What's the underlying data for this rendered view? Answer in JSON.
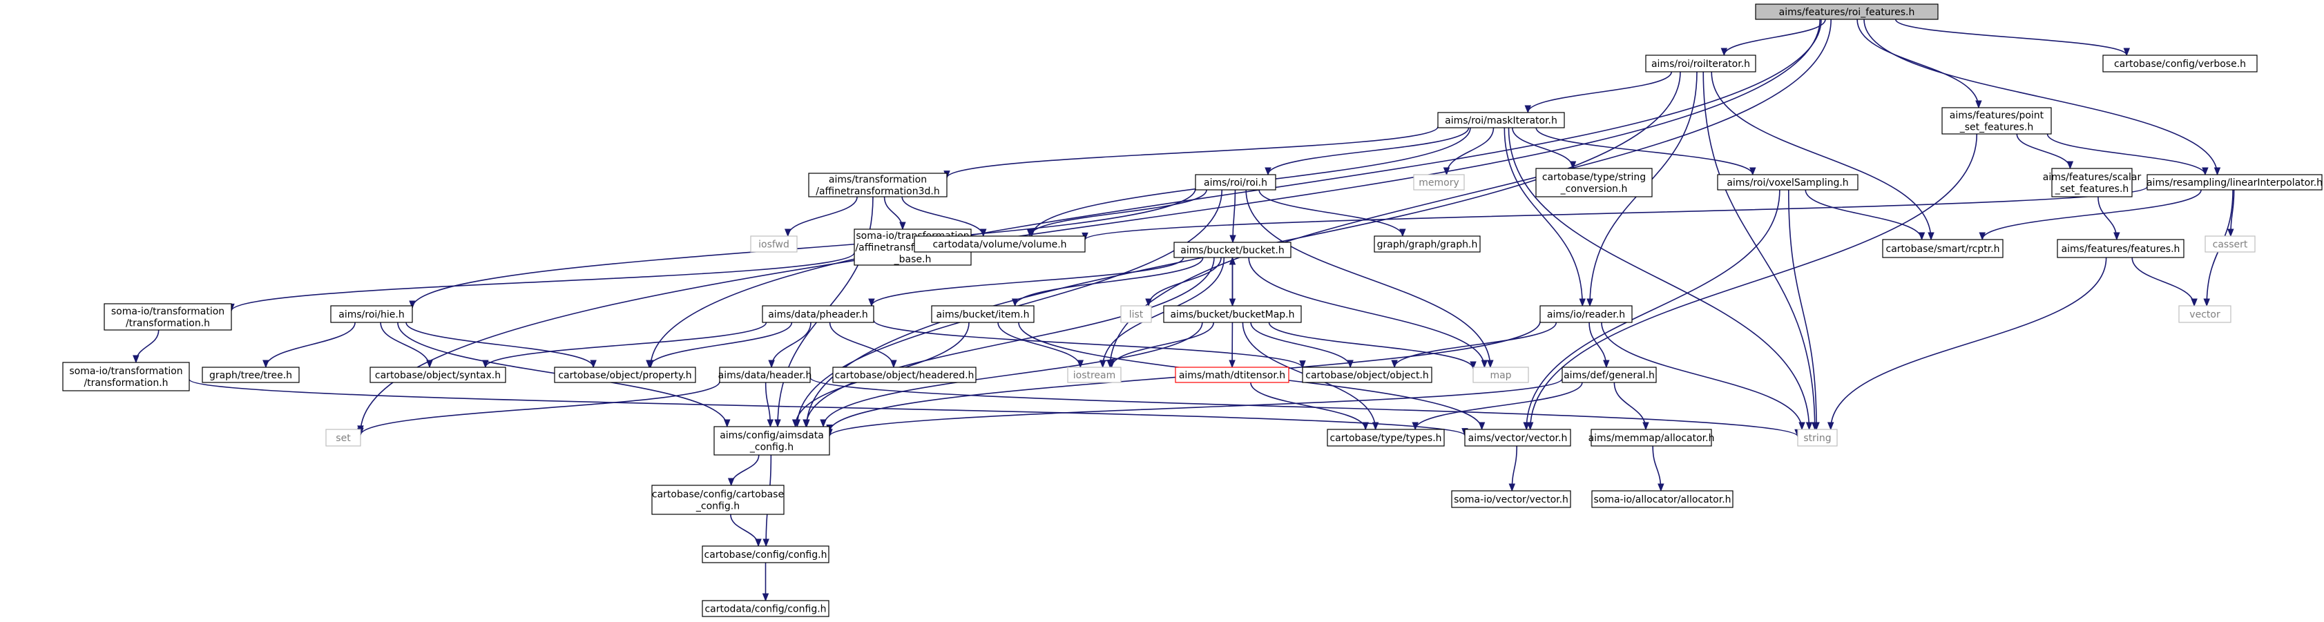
{
  "colors": {
    "edge": "#191970",
    "node_border": "#000000",
    "node_border_external": "#bfbfbf",
    "node_border_missing": "#ff0000",
    "root_fill": "#bfbfbf",
    "text_external": "#7f7f7f"
  },
  "nodes": [
    {
      "id": "root",
      "lines": [
        "aims/features/roi_features.h"
      ],
      "kind": "root"
    },
    {
      "id": "roiIterator",
      "lines": [
        "aims/roi/roiIterator.h"
      ],
      "kind": "normal"
    },
    {
      "id": "verbose",
      "lines": [
        "cartobase/config/verbose.h"
      ],
      "kind": "normal"
    },
    {
      "id": "pointSet",
      "lines": [
        "aims/features/point",
        "_set_features.h"
      ],
      "kind": "normal"
    },
    {
      "id": "maskIterator",
      "lines": [
        "aims/roi/maskIterator.h"
      ],
      "kind": "normal"
    },
    {
      "id": "affine3d",
      "lines": [
        "aims/transformation",
        "/affinetransformation3d.h"
      ],
      "kind": "normal"
    },
    {
      "id": "memory",
      "lines": [
        "memory"
      ],
      "kind": "external"
    },
    {
      "id": "stringConv",
      "lines": [
        "cartobase/type/string",
        "_conversion.h"
      ],
      "kind": "normal"
    },
    {
      "id": "voxelSampling",
      "lines": [
        "aims/roi/voxelSampling.h"
      ],
      "kind": "normal"
    },
    {
      "id": "scalarSet",
      "lines": [
        "aims/features/scalar",
        "_set_features.h"
      ],
      "kind": "normal"
    },
    {
      "id": "linearInterp",
      "lines": [
        "aims/resampling/linearInterpolator.h"
      ],
      "kind": "normal"
    },
    {
      "id": "roiH",
      "lines": [
        "aims/roi/roi.h"
      ],
      "kind": "normal"
    },
    {
      "id": "iosfwd",
      "lines": [
        "iosfwd"
      ],
      "kind": "external"
    },
    {
      "id": "somaAffine",
      "lines": [
        "soma-io/transformation",
        "/affinetransformation3d",
        "_base.h"
      ],
      "kind": "normal"
    },
    {
      "id": "volumeH",
      "lines": [
        "cartodata/volume/volume.h"
      ],
      "kind": "normal"
    },
    {
      "id": "graphH",
      "lines": [
        "graph/graph/graph.h"
      ],
      "kind": "normal"
    },
    {
      "id": "rcptr",
      "lines": [
        "cartobase/smart/rcptr.h"
      ],
      "kind": "normal"
    },
    {
      "id": "featuresH",
      "lines": [
        "aims/features/features.h"
      ],
      "kind": "normal"
    },
    {
      "id": "cassert",
      "lines": [
        "cassert"
      ],
      "kind": "external"
    },
    {
      "id": "bucketH",
      "lines": [
        "aims/bucket/bucket.h"
      ],
      "kind": "normal"
    },
    {
      "id": "somaTrans1",
      "lines": [
        "soma-io/transformation",
        "/transformation.h"
      ],
      "kind": "normal"
    },
    {
      "id": "hieH",
      "lines": [
        "aims/roi/hie.h"
      ],
      "kind": "normal"
    },
    {
      "id": "pheader",
      "lines": [
        "aims/data/pheader.h"
      ],
      "kind": "normal"
    },
    {
      "id": "itemH",
      "lines": [
        "aims/bucket/item.h"
      ],
      "kind": "normal"
    },
    {
      "id": "listN",
      "lines": [
        "list"
      ],
      "kind": "external"
    },
    {
      "id": "bucketMap",
      "lines": [
        "aims/bucket/bucketMap.h"
      ],
      "kind": "normal"
    },
    {
      "id": "readerH",
      "lines": [
        "aims/io/reader.h"
      ],
      "kind": "normal"
    },
    {
      "id": "vectorStd",
      "lines": [
        "vector"
      ],
      "kind": "external"
    },
    {
      "id": "somaTrans2",
      "lines": [
        "soma-io/transformation",
        "/transformation.h"
      ],
      "kind": "normal"
    },
    {
      "id": "treeH",
      "lines": [
        "graph/tree/tree.h"
      ],
      "kind": "normal"
    },
    {
      "id": "syntaxH",
      "lines": [
        "cartobase/object/syntax.h"
      ],
      "kind": "normal"
    },
    {
      "id": "propertyH",
      "lines": [
        "cartobase/object/property.h"
      ],
      "kind": "normal"
    },
    {
      "id": "headeredH",
      "lines": [
        "cartobase/object/headered.h"
      ],
      "kind": "normal"
    },
    {
      "id": "headerH",
      "lines": [
        "aims/data/header.h"
      ],
      "kind": "normal"
    },
    {
      "id": "iostream",
      "lines": [
        "iostream"
      ],
      "kind": "external"
    },
    {
      "id": "dtitensor",
      "lines": [
        "aims/math/dtitensor.h"
      ],
      "kind": "missing"
    },
    {
      "id": "objectH",
      "lines": [
        "cartobase/object/object.h"
      ],
      "kind": "normal"
    },
    {
      "id": "mapN",
      "lines": [
        "map"
      ],
      "kind": "external"
    },
    {
      "id": "generalH",
      "lines": [
        "aims/def/general.h"
      ],
      "kind": "normal"
    },
    {
      "id": "setN",
      "lines": [
        "set"
      ],
      "kind": "external"
    },
    {
      "id": "aimsdataConfig",
      "lines": [
        "aims/config/aimsdata",
        "_config.h"
      ],
      "kind": "normal"
    },
    {
      "id": "typesH",
      "lines": [
        "cartobase/type/types.h"
      ],
      "kind": "normal"
    },
    {
      "id": "aimsVector",
      "lines": [
        "aims/vector/vector.h"
      ],
      "kind": "normal"
    },
    {
      "id": "allocatorH",
      "lines": [
        "aims/memmap/allocator.h"
      ],
      "kind": "normal"
    },
    {
      "id": "stringN",
      "lines": [
        "string"
      ],
      "kind": "external"
    },
    {
      "id": "cartobaseConfig",
      "lines": [
        "cartobase/config/cartobase",
        "_config.h"
      ],
      "kind": "normal"
    },
    {
      "id": "somaVector",
      "lines": [
        "soma-io/vector/vector.h"
      ],
      "kind": "normal"
    },
    {
      "id": "somaAllocator",
      "lines": [
        "soma-io/allocator/allocator.h"
      ],
      "kind": "normal"
    },
    {
      "id": "configH",
      "lines": [
        "cartobase/config/config.h"
      ],
      "kind": "normal"
    },
    {
      "id": "cartodataConfig",
      "lines": [
        "cartodata/config/config.h"
      ],
      "kind": "normal"
    }
  ],
  "edges": [
    [
      "root",
      "roiIterator"
    ],
    [
      "root",
      "verbose"
    ],
    [
      "root",
      "pointSet"
    ],
    [
      "root",
      "linearInterp"
    ],
    [
      "root",
      "propertyH"
    ],
    [
      "root",
      "iostream"
    ],
    [
      "root",
      "setN"
    ],
    [
      "roiIterator",
      "maskIterator"
    ],
    [
      "roiIterator",
      "readerH"
    ],
    [
      "roiIterator",
      "rcptr"
    ],
    [
      "roiIterator",
      "stringN"
    ],
    [
      "roiIterator",
      "aimsdataConfig"
    ],
    [
      "maskIterator",
      "affine3d"
    ],
    [
      "maskIterator",
      "memory"
    ],
    [
      "maskIterator",
      "stringConv"
    ],
    [
      "maskIterator",
      "voxelSampling"
    ],
    [
      "maskIterator",
      "roiH"
    ],
    [
      "maskIterator",
      "volumeH"
    ],
    [
      "maskIterator",
      "readerH"
    ],
    [
      "maskIterator",
      "stringN"
    ],
    [
      "affine3d",
      "iosfwd"
    ],
    [
      "affine3d",
      "somaAffine"
    ],
    [
      "affine3d",
      "volumeH"
    ],
    [
      "affine3d",
      "aimsdataConfig"
    ],
    [
      "somaAffine",
      "somaTrans1"
    ],
    [
      "somaTrans1",
      "somaTrans2"
    ],
    [
      "somaTrans2",
      "aimsVector"
    ],
    [
      "voxelSampling",
      "rcptr"
    ],
    [
      "voxelSampling",
      "aimsVector"
    ],
    [
      "voxelSampling",
      "stringN"
    ],
    [
      "pointSet",
      "scalarSet"
    ],
    [
      "pointSet",
      "linearInterp"
    ],
    [
      "pointSet",
      "aimsVector"
    ],
    [
      "scalarSet",
      "featuresH"
    ],
    [
      "featuresH",
      "vectorStd"
    ],
    [
      "featuresH",
      "stringN"
    ],
    [
      "linearInterp",
      "volumeH"
    ],
    [
      "linearInterp",
      "rcptr"
    ],
    [
      "linearInterp",
      "cassert"
    ],
    [
      "linearInterp",
      "vectorStd"
    ],
    [
      "roiH",
      "volumeH"
    ],
    [
      "roiH",
      "graphH"
    ],
    [
      "roiH",
      "bucketH"
    ],
    [
      "roiH",
      "hieH"
    ],
    [
      "roiH",
      "mapN"
    ],
    [
      "roiH",
      "aimsdataConfig"
    ],
    [
      "bucketH",
      "bucketMap"
    ],
    [
      "bucketH",
      "pheader"
    ],
    [
      "bucketH",
      "itemH"
    ],
    [
      "bucketH",
      "listN"
    ],
    [
      "bucketH",
      "iostream"
    ],
    [
      "bucketH",
      "mapN"
    ],
    [
      "bucketH",
      "aimsdataConfig"
    ],
    [
      "bucketMap",
      "bucketH"
    ],
    [
      "bucketMap",
      "iostream"
    ],
    [
      "bucketMap",
      "dtitensor"
    ],
    [
      "bucketMap",
      "objectH"
    ],
    [
      "bucketMap",
      "mapN"
    ],
    [
      "bucketMap",
      "typesH"
    ],
    [
      "bucketMap",
      "aimsdataConfig"
    ],
    [
      "hieH",
      "treeH"
    ],
    [
      "hieH",
      "syntaxH"
    ],
    [
      "hieH",
      "propertyH"
    ],
    [
      "hieH",
      "aimsdataConfig"
    ],
    [
      "pheader",
      "syntaxH"
    ],
    [
      "pheader",
      "propertyH"
    ],
    [
      "pheader",
      "headeredH"
    ],
    [
      "pheader",
      "headerH"
    ],
    [
      "pheader",
      "objectH"
    ],
    [
      "headerH",
      "setN"
    ],
    [
      "headerH",
      "aimsdataConfig"
    ],
    [
      "headerH",
      "stringN"
    ],
    [
      "itemH",
      "iostream"
    ],
    [
      "itemH",
      "aimsVector"
    ],
    [
      "itemH",
      "aimsdataConfig"
    ],
    [
      "readerH",
      "objectH"
    ],
    [
      "readerH",
      "generalH"
    ],
    [
      "readerH",
      "stringN"
    ],
    [
      "readerH",
      "aimsdataConfig"
    ],
    [
      "generalH",
      "typesH"
    ],
    [
      "generalH",
      "allocatorH"
    ],
    [
      "generalH",
      "aimsdataConfig"
    ],
    [
      "dtitensor",
      "typesH"
    ],
    [
      "aimsVector",
      "somaVector"
    ],
    [
      "allocatorH",
      "somaAllocator"
    ],
    [
      "aimsdataConfig",
      "cartobaseConfig"
    ],
    [
      "aimsdataConfig",
      "configH"
    ],
    [
      "cartobaseConfig",
      "configH"
    ],
    [
      "configH",
      "cartodataConfig"
    ]
  ]
}
